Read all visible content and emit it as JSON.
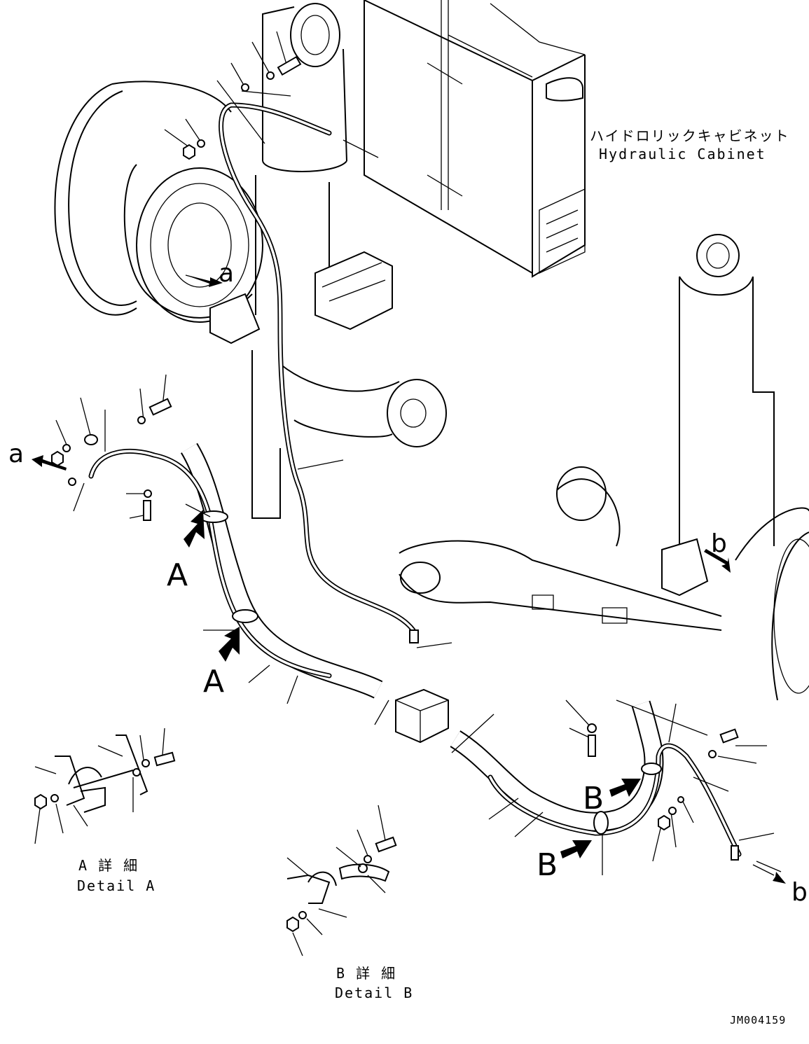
{
  "labels": {
    "cabinet_ja": "ハイドロリックキャビネット",
    "cabinet_en": "Hydraulic Cabinet",
    "ref_a": "a",
    "ref_b": "b",
    "view_A": "A",
    "view_B": "B",
    "detail_A_ja": "A 詳 細",
    "detail_A_en": "Detail A",
    "detail_B_ja": "B 詳 細",
    "detail_B_en": "Detail B",
    "drawing_id": "JM004159"
  }
}
